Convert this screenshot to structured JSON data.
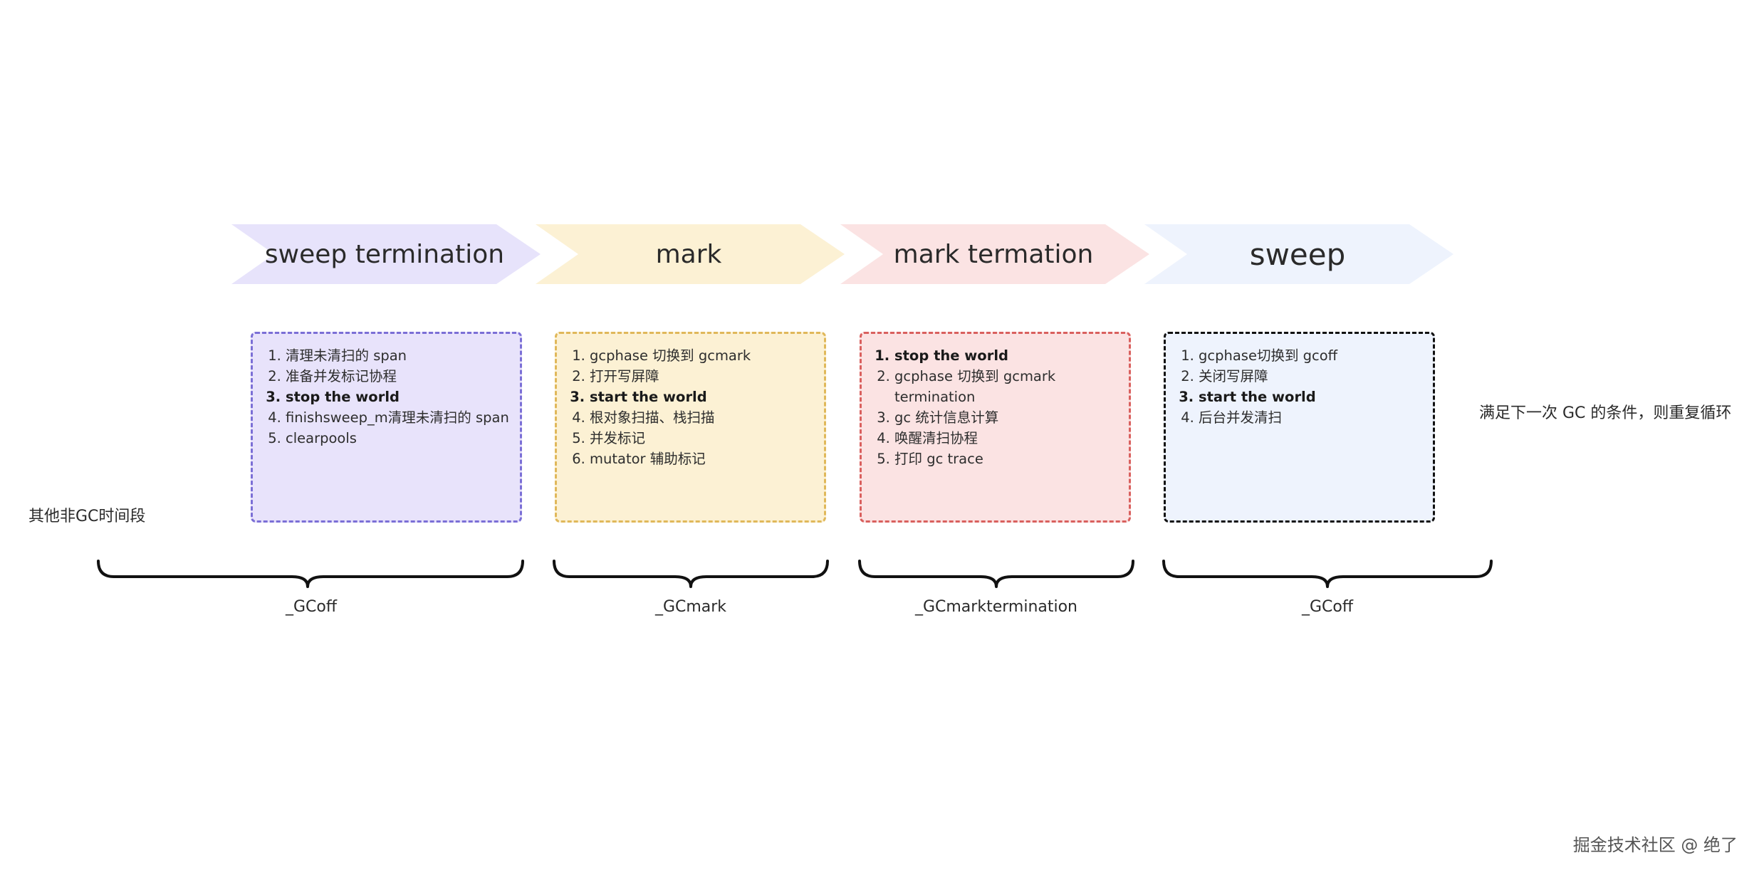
{
  "phases": [
    {
      "label": "sweep termination",
      "color": "#e7e3fb"
    },
    {
      "label": "mark",
      "color": "#fcf1d4"
    },
    {
      "label": "mark termation",
      "color": "#fbe3e3"
    },
    {
      "label": "sweep",
      "color": "#eef3fd"
    }
  ],
  "boxes": [
    {
      "fill": "#e8e3fb",
      "border": "#7b6fd6",
      "items": [
        {
          "n": "1.",
          "text": "清理未清扫的 span",
          "bold": false
        },
        {
          "n": "2.",
          "text": "准备并发标记协程",
          "bold": false
        },
        {
          "n": "3.",
          "text": "stop the world",
          "bold": true
        },
        {
          "n": "4.",
          "text": "finishsweep_m清理未清扫的 span",
          "bold": false
        },
        {
          "n": "5.",
          "text": "clearpools",
          "bold": false
        }
      ]
    },
    {
      "fill": "#fcf1d4",
      "border": "#e0b85a",
      "items": [
        {
          "n": "1.",
          "text": "gcphase 切换到 gcmark",
          "bold": false
        },
        {
          "n": "2.",
          "text": "打开写屏障",
          "bold": false
        },
        {
          "n": "3.",
          "text": "start the world",
          "bold": true
        },
        {
          "n": "4.",
          "text": "根对象扫描、栈扫描",
          "bold": false
        },
        {
          "n": "5.",
          "text": "并发标记",
          "bold": false
        },
        {
          "n": "6.",
          "text": "mutator 辅助标记",
          "bold": false
        }
      ]
    },
    {
      "fill": "#fbe3e3",
      "border": "#d9605e",
      "items": [
        {
          "n": "1.",
          "text": "stop the world",
          "bold": true
        },
        {
          "n": "2.",
          "text": "gcphase 切换到 gcmark termination",
          "bold": false
        },
        {
          "n": "3.",
          "text": "gc 统计信息计算",
          "bold": false
        },
        {
          "n": "4.",
          "text": "唤醒清扫协程",
          "bold": false
        },
        {
          "n": "5.",
          "text": "打印 gc trace",
          "bold": false
        }
      ]
    },
    {
      "fill": "#eef3fd",
      "border": "#111111",
      "items": [
        {
          "n": "1.",
          "text": "gcphase切换到 gcoff",
          "bold": false
        },
        {
          "n": "2.",
          "text": "关闭写屏障",
          "bold": false
        },
        {
          "n": "3.",
          "text": "start the world",
          "bold": true
        },
        {
          "n": "4.",
          "text": "后台并发清扫",
          "bold": false
        }
      ]
    }
  ],
  "braces": [
    {
      "label": "_GCoff"
    },
    {
      "label": "_GCmark"
    },
    {
      "label": "_GCmarktermination"
    },
    {
      "label": "_GCoff"
    }
  ],
  "left_note": "其他非GC时间段",
  "right_note": "满足下一次 GC 的条件，则重复循环",
  "watermark": "掘金技术社区 @ 绝了"
}
